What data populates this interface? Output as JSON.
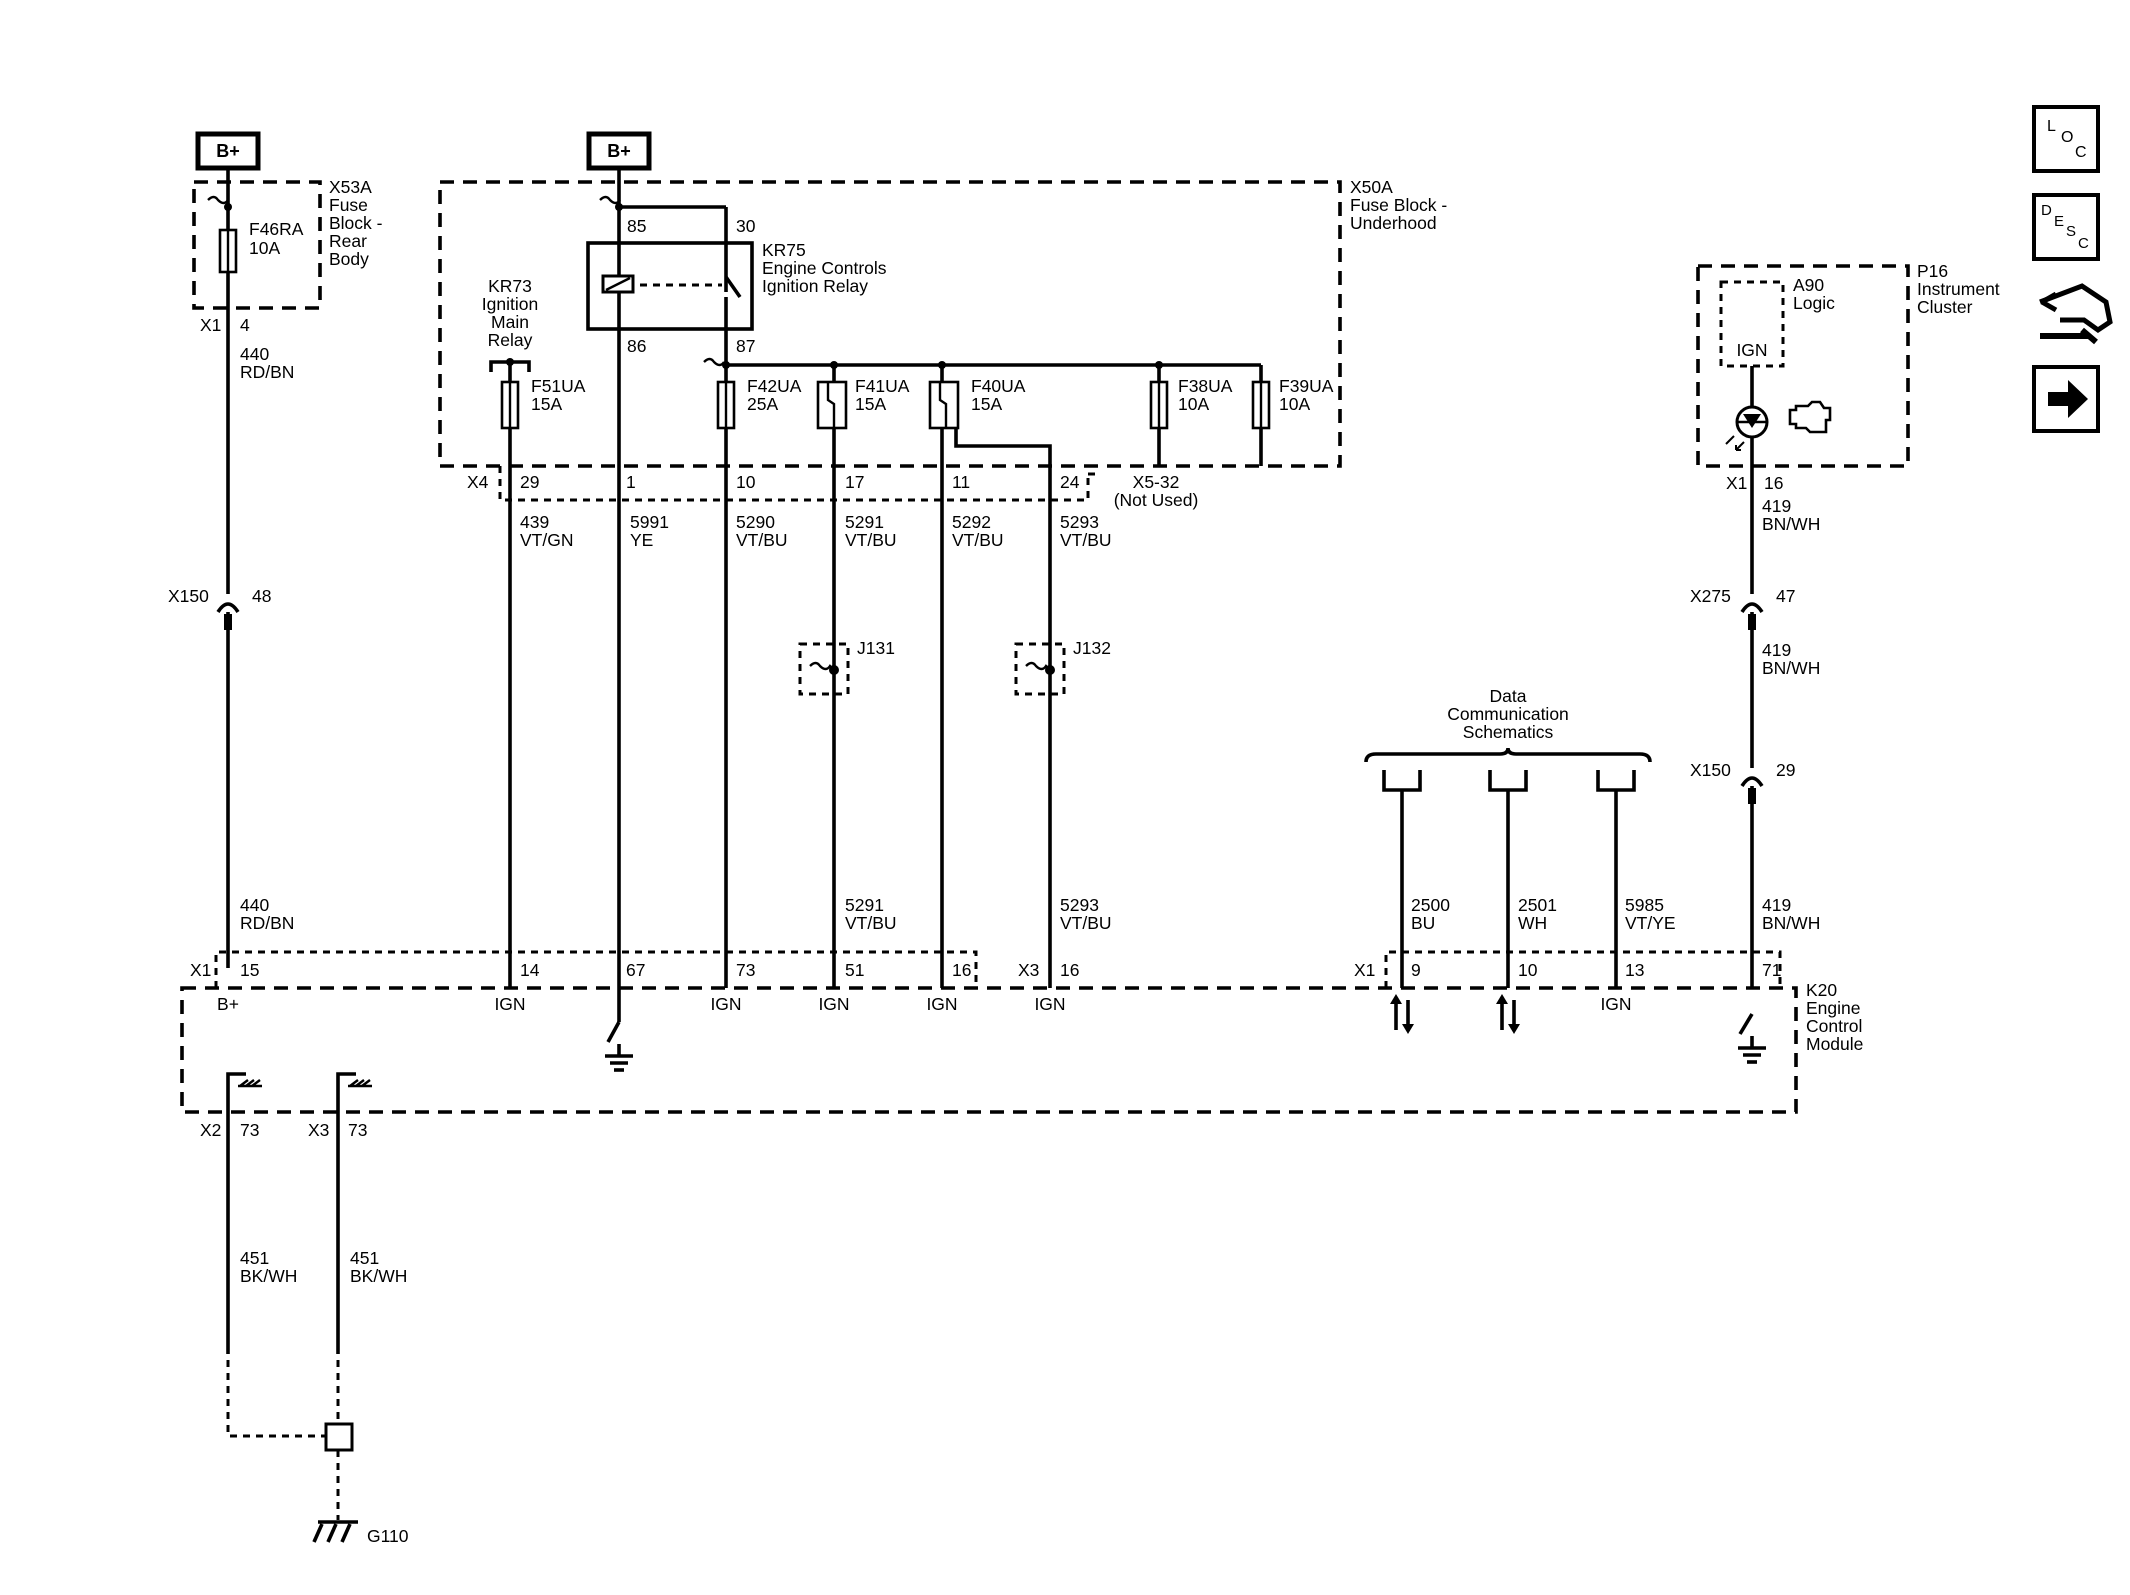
{
  "nav_icons": [
    {
      "name": "location",
      "letters": [
        "L",
        "O",
        "C"
      ]
    },
    {
      "name": "description",
      "letters": [
        "D",
        "E",
        "S",
        "C"
      ]
    },
    {
      "name": "connector-end-view"
    },
    {
      "name": "next-page"
    }
  ],
  "sources": {
    "b_plus": "B+"
  },
  "x53a": {
    "lines": [
      "X53A",
      "Fuse",
      "Block -",
      "Rear",
      "Body"
    ],
    "fuse_name": "F46RA",
    "fuse_rating": "10A",
    "conn": "X1",
    "pin": "4"
  },
  "x50a": {
    "lines": [
      "X50A",
      "Fuse Block -",
      "Underhood"
    ],
    "relay_kr75": [
      "KR75",
      "Engine Controls",
      "Ignition Relay"
    ],
    "relay_pins": {
      "p85": "85",
      "p30": "30",
      "p86": "86",
      "p87": "87"
    },
    "relay_kr73": [
      "KR73",
      "Ignition",
      "Main",
      "Relay"
    ],
    "fuses": [
      {
        "name": "F51UA",
        "rating": "15A"
      },
      {
        "name": "F42UA",
        "rating": "25A"
      },
      {
        "name": "F41UA",
        "rating": "15A"
      },
      {
        "name": "F40UA",
        "rating": "15A"
      },
      {
        "name": "F38UA",
        "rating": "10A"
      },
      {
        "name": "F39UA",
        "rating": "10A"
      }
    ],
    "conn": "X4",
    "pins": [
      "29",
      "1",
      "10",
      "17",
      "11",
      "24"
    ],
    "not_used": [
      "X5-32",
      "(Not Used)"
    ]
  },
  "wires_top": [
    {
      "circuit": "440",
      "color": "RD/BN"
    },
    {
      "circuit": "439",
      "color": "VT/GN"
    },
    {
      "circuit": "5991",
      "color": "YE"
    },
    {
      "circuit": "5290",
      "color": "VT/BU"
    },
    {
      "circuit": "5291",
      "color": "VT/BU"
    },
    {
      "circuit": "5292",
      "color": "VT/BU"
    },
    {
      "circuit": "5293",
      "color": "VT/BU"
    }
  ],
  "inline_x150_left": {
    "conn": "X150",
    "pin": "48"
  },
  "splices": {
    "j131": "J131",
    "j132": "J132"
  },
  "wires_lower": [
    {
      "circuit": "440",
      "color": "RD/BN"
    },
    {
      "circuit": "5291",
      "color": "VT/BU"
    },
    {
      "circuit": "5293",
      "color": "VT/BU"
    }
  ],
  "data_comm": {
    "title": [
      "Data",
      "Communication",
      "Schematics"
    ],
    "wires": [
      {
        "circuit": "2500",
        "color": "BU"
      },
      {
        "circuit": "2501",
        "color": "WH"
      },
      {
        "circuit": "5985",
        "color": "VT/YE"
      }
    ]
  },
  "p16": {
    "lines": [
      "P16",
      "Instrument",
      "Cluster"
    ],
    "a90": [
      "A90",
      "Logic"
    ],
    "ign": "IGN",
    "conn": "X1",
    "pin": "16",
    "wires": [
      {
        "circuit": "419",
        "color": "BN/WH"
      },
      {
        "circuit": "419",
        "color": "BN/WH"
      },
      {
        "circuit": "419",
        "color": "BN/WH"
      }
    ],
    "x275": {
      "conn": "X275",
      "pin": "47"
    },
    "x150": {
      "conn": "X150",
      "pin": "29"
    }
  },
  "k20": {
    "lines": [
      "K20",
      "Engine",
      "Control",
      "Module"
    ],
    "x1_left": {
      "conn": "X1",
      "pins": [
        "15",
        "14",
        "67",
        "73",
        "51",
        "16"
      ]
    },
    "x3": {
      "conn": "X3",
      "pin": "16"
    },
    "x1_right": {
      "conn": "X1",
      "pins": [
        "9",
        "10",
        "13",
        "71"
      ]
    },
    "labels": {
      "b_plus": "B+",
      "ign": "IGN"
    },
    "x2_bottom": {
      "conn": "X2",
      "pin": "73"
    },
    "x3_bottom": {
      "conn": "X3",
      "pin": "73"
    }
  },
  "ground_wires": [
    {
      "circuit": "451",
      "color": "BK/WH"
    },
    {
      "circuit": "451",
      "color": "BK/WH"
    }
  ],
  "ground": {
    "name": "G110"
  }
}
